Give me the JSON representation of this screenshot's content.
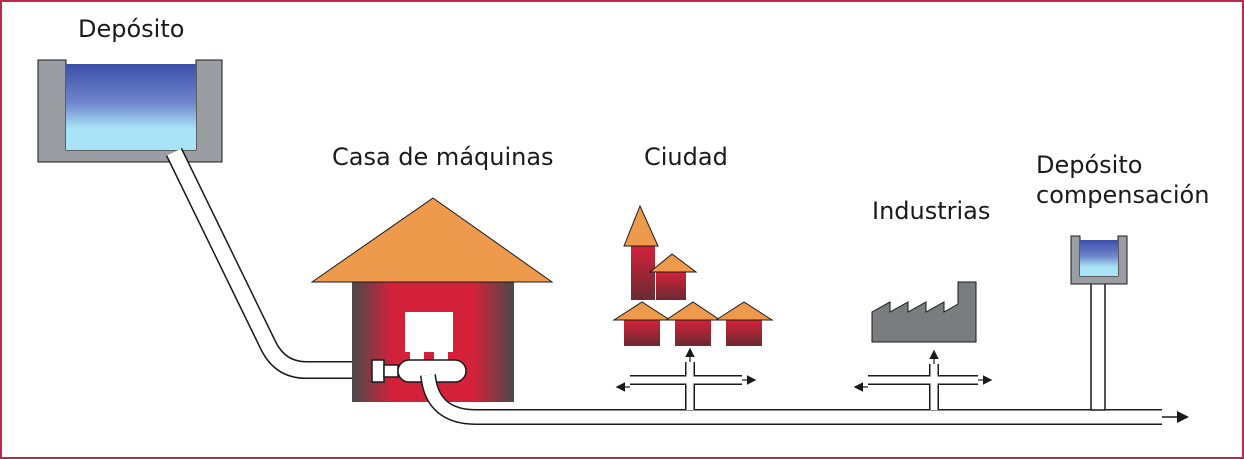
{
  "labels": {
    "deposito": "Depósito",
    "casa_de_maquinas": "Casa de máquinas",
    "ciudad": "Ciudad",
    "industrias": "Industrias",
    "deposito_compensacion_line1": "Depósito",
    "deposito_compensacion_line2": "compensación"
  },
  "colors": {
    "frame": "#c0284a",
    "tank_gray": "#9a9ea3",
    "water_dark": "#3b4fa8",
    "water_light": "#a9e3f6",
    "roof_orange": "#ee9a4d",
    "building_red": "#d4213a",
    "building_dark": "#4a4a4a",
    "factory_gray": "#7a7c80"
  }
}
